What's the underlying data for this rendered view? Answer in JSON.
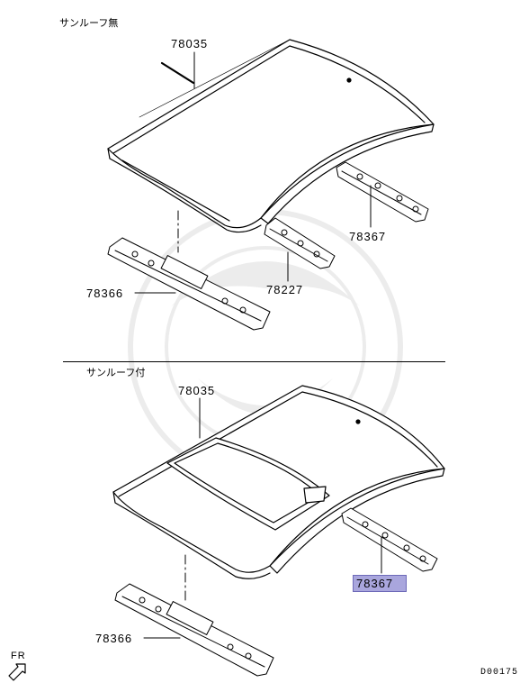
{
  "top_section": {
    "title": "サンルーフ無",
    "parts": {
      "roof_panel": "78035",
      "front_rail": "78366",
      "rear_rail": "78367",
      "center_bow": "78227"
    }
  },
  "bottom_section": {
    "title": "サンルーフ付",
    "parts": {
      "roof_panel": "78035",
      "front_rail": "78366",
      "rear_rail": "78367"
    },
    "highlighted_part": "78367"
  },
  "direction_indicator": {
    "label": "FR",
    "icon": "arrow-down-left-icon"
  },
  "diagram_code": "D00175",
  "colors": {
    "highlight_fill": "#a9a6dd",
    "highlight_border": "#6d69b8",
    "line": "#000000"
  }
}
